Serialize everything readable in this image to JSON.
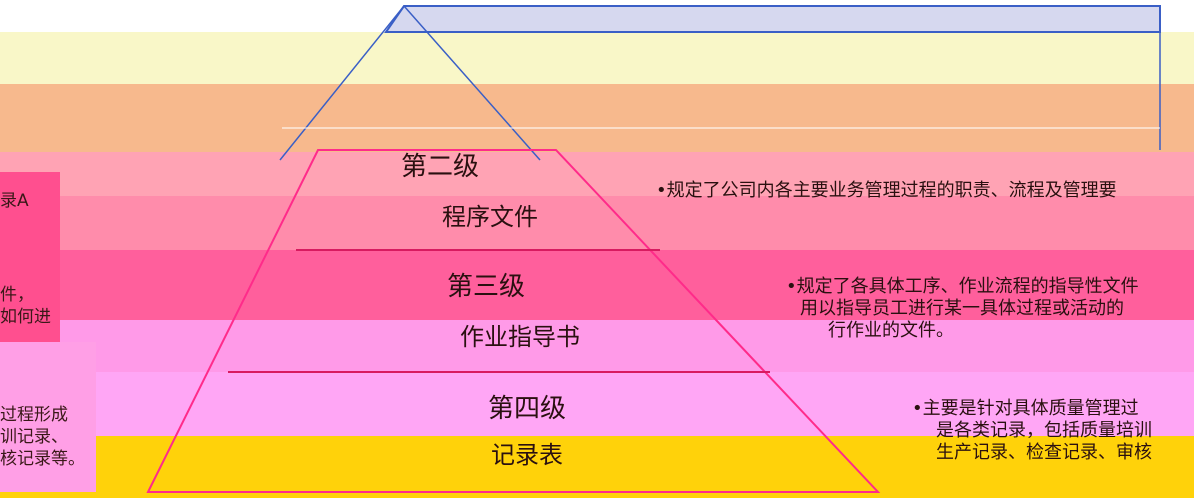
{
  "colors": {
    "apex": "#d6d8ef",
    "level1": "#f9f7c8",
    "level2_band": "#f7b98d",
    "level2_pink": "#ff9eb0",
    "level3": "#ff5f9c",
    "level4": "#ffa6f5",
    "records": "#ffd20a",
    "outline": "#3a5fc6",
    "edge": "#ff2b8a"
  },
  "levels": [
    {
      "level": "第二级",
      "doc": "程序文件",
      "desc": [
        "•规定了公司内各主要业务管理过程的职责、流程及管理要"
      ]
    },
    {
      "level": "第三级",
      "doc": "作业指导书",
      "desc": [
        "•规定了各具体工序、作业流程的指导性文件",
        "用以指导员工进行某一具体过程或活动的",
        "行作业的文件。"
      ]
    },
    {
      "level": "第四级",
      "doc": "记录表",
      "desc": [
        "•主要是针对具体质量管理过",
        "是各类记录，包括质量培训",
        "生产记录、检查记录、审核"
      ]
    }
  ],
  "left_fragments": {
    "upper": "录A",
    "middle": [
      "件，",
      "如何进"
    ],
    "lower": [
      "过程形成",
      "训记录、",
      "核记录等。"
    ]
  }
}
